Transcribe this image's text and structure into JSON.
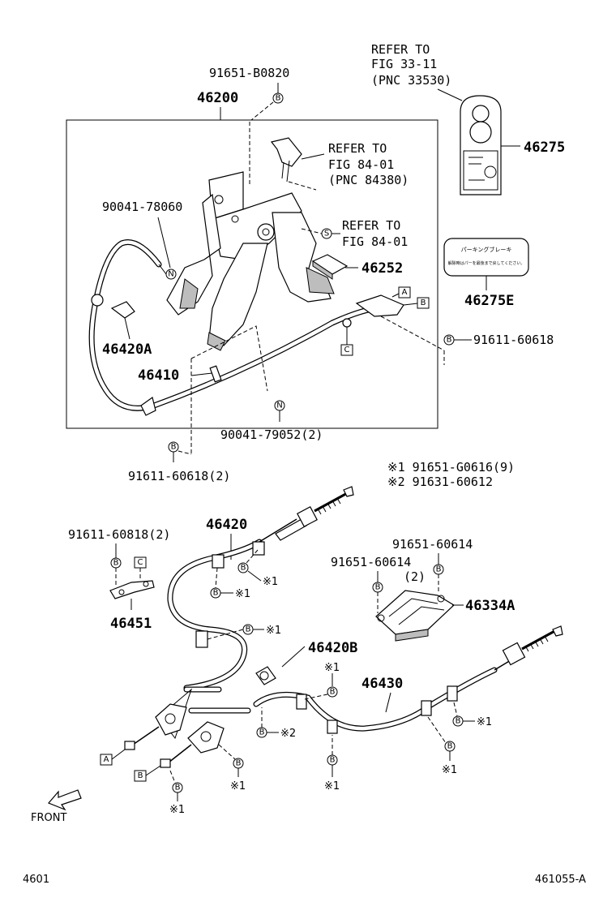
{
  "labels": {
    "p91651_b0820": "91651-B0820",
    "p46200": "46200",
    "refer_fig33_l1": "REFER TO",
    "refer_fig33_l2": "FIG 33-11",
    "refer_fig33_l3": "(PNC 33530)",
    "p46275": "46275",
    "refer_fig84a_l1": "REFER TO",
    "refer_fig84a_l2": "FIG 84-01",
    "refer_fig84a_l3": "(PNC 84380)",
    "p90041_78060": "90041-78060",
    "refer_fig84b_l1": "REFER TO",
    "refer_fig84b_l2": "FIG 84-01",
    "p46252": "46252",
    "p46275e": "46275E",
    "p91611_60618": "91611-60618",
    "p46420a": "46420A",
    "p46410": "46410",
    "p90041_79052": "90041-79052(2)",
    "p91611_60618_2": "91611-60618(2)",
    "note1": "※1 91651-G0616(9)",
    "note2": "※2 91631-60612",
    "p46420": "46420",
    "p91611_60818": "91611-60818(2)",
    "p91651_60614_a": "91651-60614",
    "p91651_60614_b_l1": "91651-60614",
    "p91651_60614_b_l2": "(2)",
    "p46334a": "46334A",
    "p46451": "46451",
    "p46420b": "46420B",
    "p46430": "46430",
    "front": "FRONT",
    "footer_left": "4601",
    "footer_right": "461055-A",
    "label_jp_l1": "パーキングブレーキ",
    "label_jp_l2": "解除時はパーを最後まで戻してください。"
  },
  "symbols": {
    "bolt": "B",
    "nut": "N",
    "screw": "S",
    "ref_a": "A",
    "ref_b": "B",
    "ref_c": "C",
    "note1_mark": "※1",
    "note2_mark": "※2"
  }
}
